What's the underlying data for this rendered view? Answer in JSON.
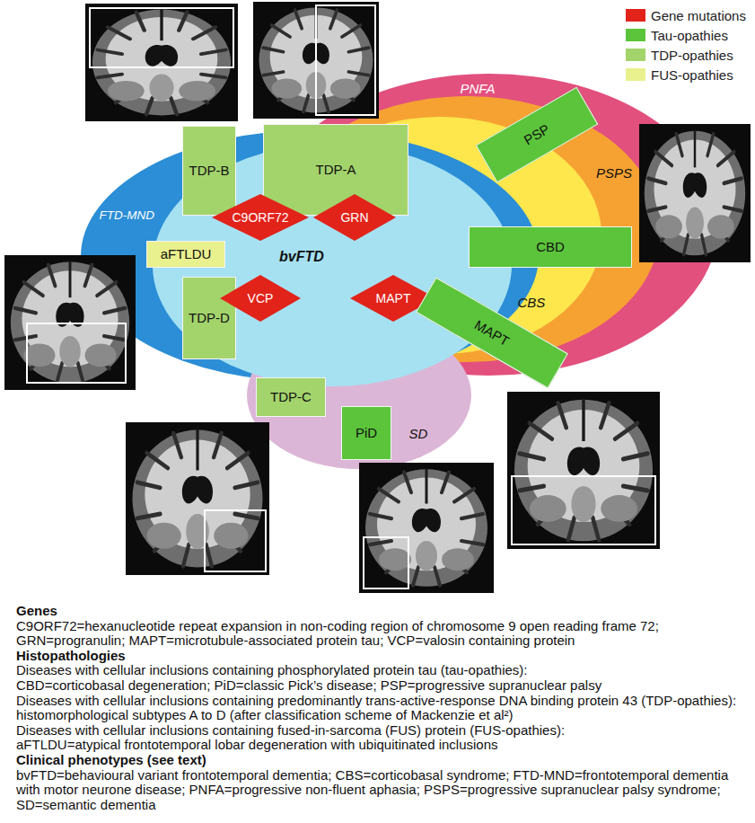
{
  "diagram": {
    "nodes": [
      {
        "text": [
          "PNFA"
        ]
      },
      {
        "text": [
          "PSPS"
        ]
      },
      {
        "text": [
          "CBS"
        ]
      },
      {
        "text": [
          "FTD-MND"
        ]
      },
      {
        "text": [
          "SD"
        ]
      },
      {
        "text": [
          "bvFTD"
        ]
      },
      {
        "text": [
          "TDP-B"
        ]
      },
      {
        "text": [
          "TDP-A"
        ]
      },
      {
        "text": [
          "C9ORF72"
        ]
      },
      {
        "text": [
          "GRN"
        ]
      },
      {
        "text": [
          "PSP"
        ]
      },
      {
        "text": [
          "aFTLDU"
        ]
      },
      {
        "text": [
          "CBD"
        ]
      },
      {
        "text": [
          "TDP-D"
        ]
      },
      {
        "text": [
          "VCP"
        ]
      },
      {
        "text": [
          "MAPT"
        ]
      },
      {
        "text": [
          "MAPT"
        ]
      },
      {
        "text": [
          "TDP-C"
        ]
      },
      {
        "text": [
          "PiD"
        ]
      }
    ],
    "labels": [
      "Genes",
      "C9ORF72=hexanucleotide repeat expansion in non-coding region of chromosome 9 open reading frame 72; GRN=progranulin; MAPT=microtubule-associated protein tau; VCP=valosin containing protein",
      "Histopathologies",
      "Diseases with cellular inclusions containing phosphorylated protein tau (tau-opathies):",
      "CBD=corticobasal degeneration; PiD=classic Pick’s disease; PSP=progressive supranuclear palsy",
      "Diseases with cellular inclusions containing predominantly trans-active-response DNA binding protein 43 (TDP-opathies): histomorphological subtypes A to D (after classification scheme of Mackenzie et al²)",
      "Diseases with cellular inclusions containing fused-in-sarcoma (FUS) protein (FUS-opathies):",
      "aFTLDU=atypical frontotemporal lobar degeneration with ubiquitinated inclusions",
      "Clinical phenotypes (see text)",
      "bvFTD=behavioural variant frontotemporal dementia; CBS=corticobasal syndrome; FTD-MND=frontotemporal dementia with motor neurone disease; PNFA=progressive non-fluent aphasia; PSPS=progressive supranuclear palsy syndrome; SD=semantic dementia"
    ],
    "legend": [
      {
        "text": "Gene mutations",
        "color": "#e2231a"
      },
      {
        "text": "Tau-opathies",
        "color": "#5bc43b"
      },
      {
        "text": "TDP-opathies",
        "color": "#a3d46c"
      },
      {
        "text": "FUS-opathies",
        "color": "#e9f08e"
      }
    ]
  }
}
